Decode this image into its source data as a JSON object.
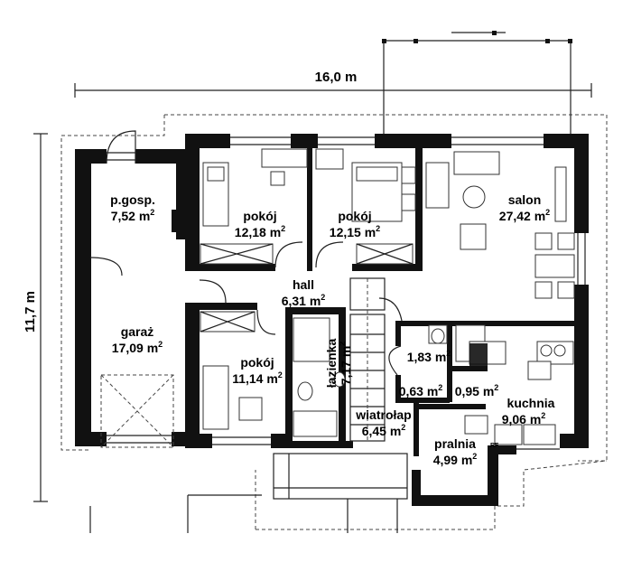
{
  "dimensions": {
    "width": "16,0 m",
    "depth": "11,7 m"
  },
  "rooms": [
    {
      "id": "p-gosp",
      "name": "p.gosp.",
      "area": "7,52 m",
      "sup": "2"
    },
    {
      "id": "pokoj-1",
      "name": "pokój",
      "area": "12,18 m",
      "sup": "2"
    },
    {
      "id": "pokoj-2",
      "name": "pokój",
      "area": "12,15 m",
      "sup": "2"
    },
    {
      "id": "salon",
      "name": "salon",
      "area": "27,42 m",
      "sup": "2"
    },
    {
      "id": "hall",
      "name": "hall",
      "area": "6,31 m",
      "sup": "2"
    },
    {
      "id": "garaz",
      "name": "garaż",
      "area": "17,09 m",
      "sup": "2"
    },
    {
      "id": "pokoj-3",
      "name": "pokój",
      "area": "11,14 m",
      "sup": "2"
    },
    {
      "id": "lazienka",
      "name": "łazienka",
      "area": "7,17 m",
      "sup": "2"
    },
    {
      "id": "wc",
      "name": "",
      "area": "1,83 m",
      "sup": "2"
    },
    {
      "id": "closet-1",
      "name": "",
      "area": "0,63 m",
      "sup": "2"
    },
    {
      "id": "closet-2",
      "name": "",
      "area": "0,95 m",
      "sup": "2"
    },
    {
      "id": "kuchnia",
      "name": "kuchnia",
      "area": "9,06 m",
      "sup": "2"
    },
    {
      "id": "wiatrolap",
      "name": "wiatrołap",
      "area": "6,45 m",
      "sup": "2"
    },
    {
      "id": "pralnia",
      "name": "pralnia",
      "area": "4,99 m",
      "sup": "2"
    }
  ],
  "appliance_label": "RF"
}
